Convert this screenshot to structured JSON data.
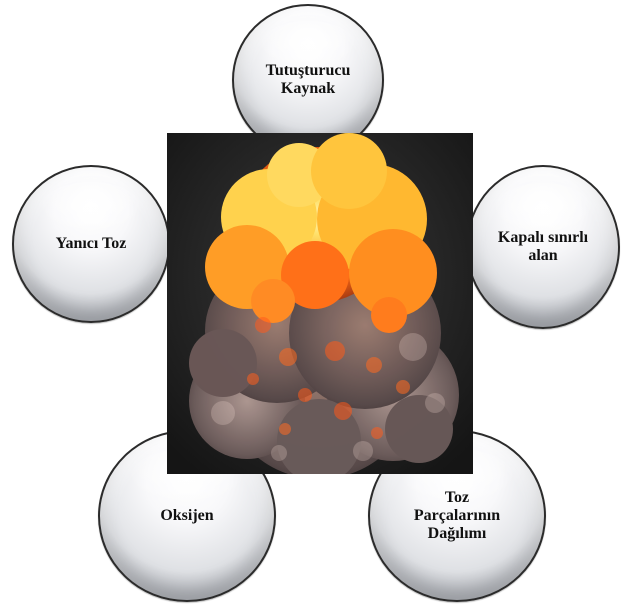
{
  "diagram": {
    "nodes": [
      {
        "id": "top",
        "label": "Tutuşturucu\nKaynak"
      },
      {
        "id": "left",
        "label": "Yanıcı Toz"
      },
      {
        "id": "right",
        "label": "Kapalı sınırlı\nalan"
      },
      {
        "id": "bottom_left",
        "label": "Oksijen"
      },
      {
        "id": "bottom_right",
        "label": "Toz\nParçalarının\nDağılımı"
      }
    ]
  },
  "image": {
    "icon": "explosion-image"
  },
  "colors": {
    "background": "#ffffff",
    "panel": "#242424",
    "fire_core": "#ffd34d",
    "fire_mid": "#ff8a1f",
    "smoke": "#7a6764",
    "border": "#2b2b2b"
  }
}
